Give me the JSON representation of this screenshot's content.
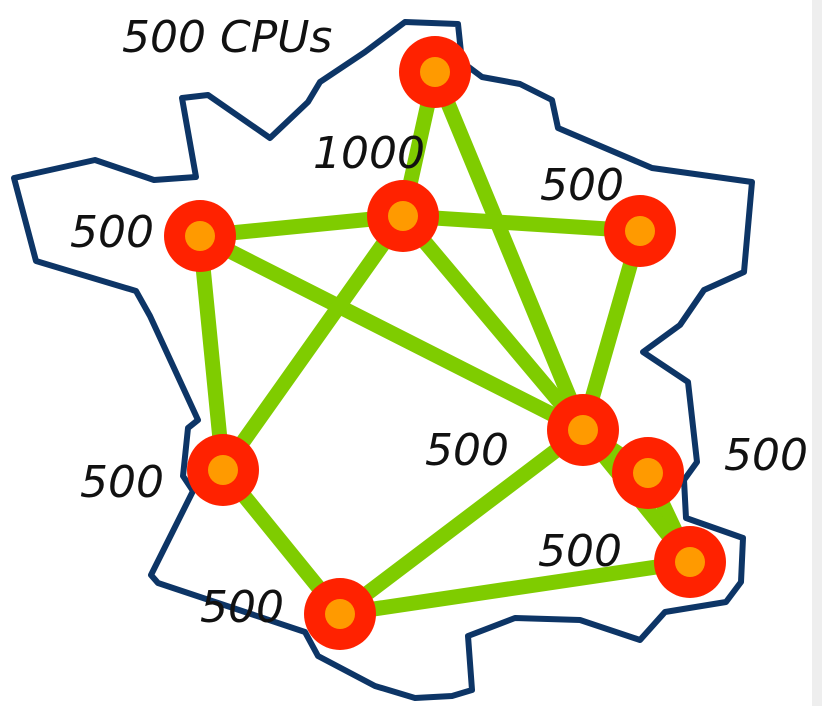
{
  "colors": {
    "outline": "#0d3566",
    "link": "#7fcc00",
    "node_outer": "#ff2200",
    "node_inner": "#ff9a00",
    "text": "#111111"
  },
  "nodes": [
    {
      "id": "lille",
      "label": "500 CPUs"
    },
    {
      "id": "rennes",
      "label": "500"
    },
    {
      "id": "paris",
      "label": "1000"
    },
    {
      "id": "nancy",
      "label": "500"
    },
    {
      "id": "bordeaux",
      "label": "500"
    },
    {
      "id": "lyon",
      "label": "500"
    },
    {
      "id": "grenoble",
      "label": "500"
    },
    {
      "id": "sophia",
      "label": "500"
    },
    {
      "id": "toulouse",
      "label": "500"
    }
  ],
  "links": [
    [
      "lille",
      "paris"
    ],
    [
      "lille",
      "lyon"
    ],
    [
      "rennes",
      "paris"
    ],
    [
      "paris",
      "nancy"
    ],
    [
      "rennes",
      "lyon"
    ],
    [
      "rennes",
      "bordeaux"
    ],
    [
      "paris",
      "bordeaux"
    ],
    [
      "paris",
      "lyon"
    ],
    [
      "nancy",
      "lyon"
    ],
    [
      "bordeaux",
      "toulouse"
    ],
    [
      "lyon",
      "toulouse"
    ],
    [
      "lyon",
      "grenoble"
    ],
    [
      "grenoble",
      "sophia"
    ],
    [
      "lyon",
      "sophia"
    ],
    [
      "toulouse",
      "sophia"
    ]
  ]
}
